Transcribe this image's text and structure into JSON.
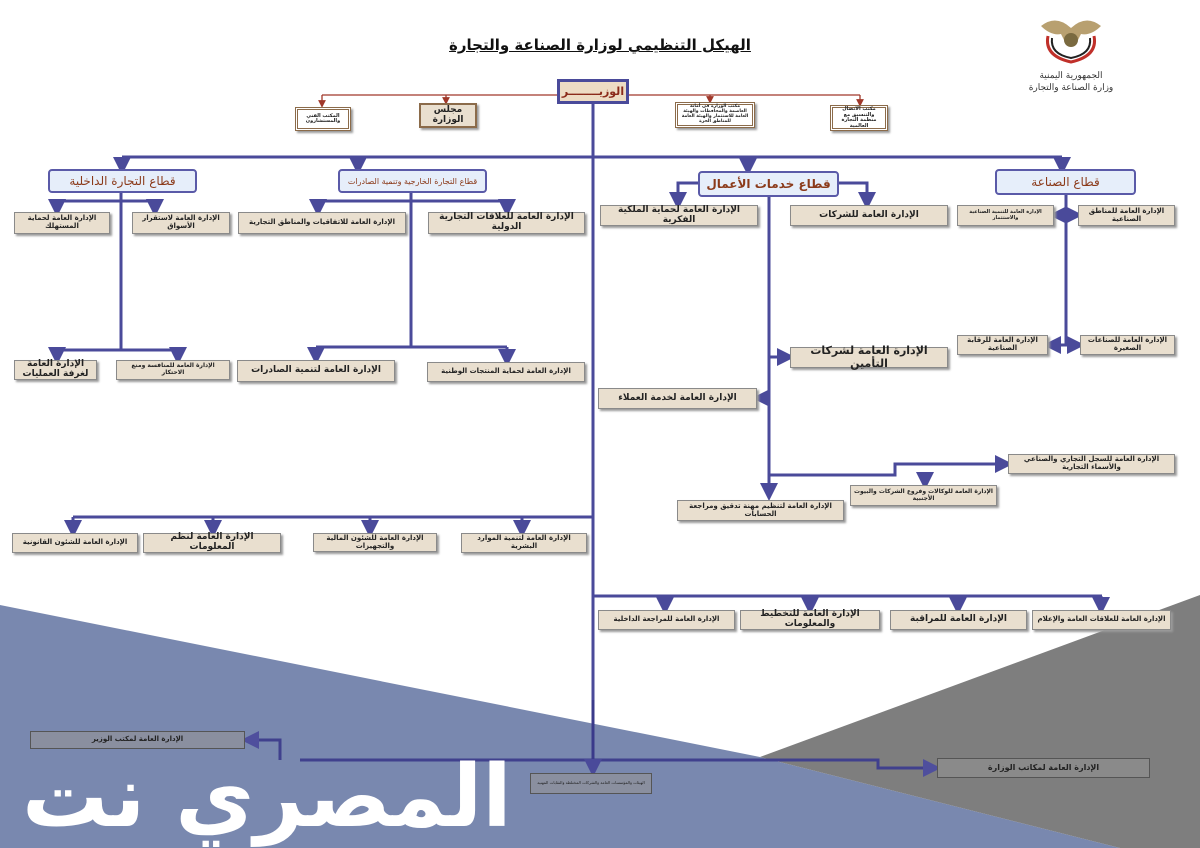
{
  "title": "الهيكل التنظيمي لوزارة الصناعة والتجارة",
  "logo": {
    "line1": "الجمهورية اليمنية",
    "line2": "وزارة الصناعة والتجارة",
    "icon": "eagle-emblem-icon"
  },
  "colors": {
    "line": "#4a4a9a",
    "advisory_line": "#a0382a",
    "box": "#e9dfcf",
    "sector": "#e6eefa",
    "overlay_blue": "#7585ad",
    "overlay_gray": "#7a7a7a"
  },
  "minister": "الوزيــــــــر",
  "advisory": [
    "المكتب الفني والمستشارون",
    "مجلس الوزارة",
    "مكتب الوزارة في أمانة العاصمة والمحافظات والهيئة العامة للاستثمار والهيئة العامة للمناطق الحرة",
    "مكتب الاتصال والتنسيق مع منظمة التجارة العالمية"
  ],
  "sectors": {
    "internal_trade": {
      "name": "قطاع التجارة الداخلية",
      "units": [
        "الإدارة العامة لحماية المستهلك",
        "الإدارة العامة لاستقرار الأسواق",
        "الإدارة العامة لغرفة العمليات",
        "الإدارة العامة للمنافسة ومنع الاحتكار"
      ]
    },
    "foreign_trade": {
      "name": "قطاع التجارة الخارجية وتنمية الصادرات",
      "units": [
        "الإدارة العامة للاتفاقيات والمناطق التجارية",
        "الإدارة العامة للعلاقات التجارية الدولية",
        "الإدارة العامة لتنمية الصادرات",
        "الإدارة العامة لحماية المنتجات الوطنية"
      ]
    },
    "business_services": {
      "name": "قطاع خدمات الأعمال",
      "units": [
        "الإدارة العامة لحماية الملكية الفكرية",
        "الإدارة العامة للشركات",
        "الإدارة العامة لشركات التأمين",
        "الإدارة العامة لخدمة العملاء",
        "الإدارة العامة للسجل التجاري والصناعي والأسماء التجارية",
        "الإدارة العامة للوكالات وفروع الشركات والبيوت الأجنبية",
        "الإدارة العامة لتنظيم مهنة تدقيق ومراجعة الحسابات"
      ]
    },
    "industry": {
      "name": "قطاع الصناعة",
      "units": [
        "الإدارة العامة للمناطق الصناعية",
        "الإدارة العامة للتنمية الصناعية والاستثمار",
        "الإدارة العامة للرقابة الصناعية",
        "الإدارة العامة للصناعات الصغيرة"
      ]
    }
  },
  "support_left": [
    "الإدارة العامة للشئون القانونية",
    "الإدارة العامة لنظم المعلومات",
    "الإدارة العامة للشئون المالية والتجهيزات",
    "الإدارة العامة لتنمية الموارد البشرية"
  ],
  "support_right": [
    "الإدارة العامة للمراجعة الداخلية",
    "الإدارة العامة للتخطيط والمعلومات",
    "الإدارة العامة للمراقبة",
    "الإدارة العامة للعلاقات العامة والإعلام"
  ],
  "bottom": {
    "minister_office": "الإدارة العامة لمكتب الوزير",
    "ministry_offices": "الإدارة العامة لمكاتب الوزارة",
    "bodies": "الهيئات والمؤسسات العامة والشركات المختلطة والنقابات المهنية"
  },
  "watermark": "المصري نت"
}
